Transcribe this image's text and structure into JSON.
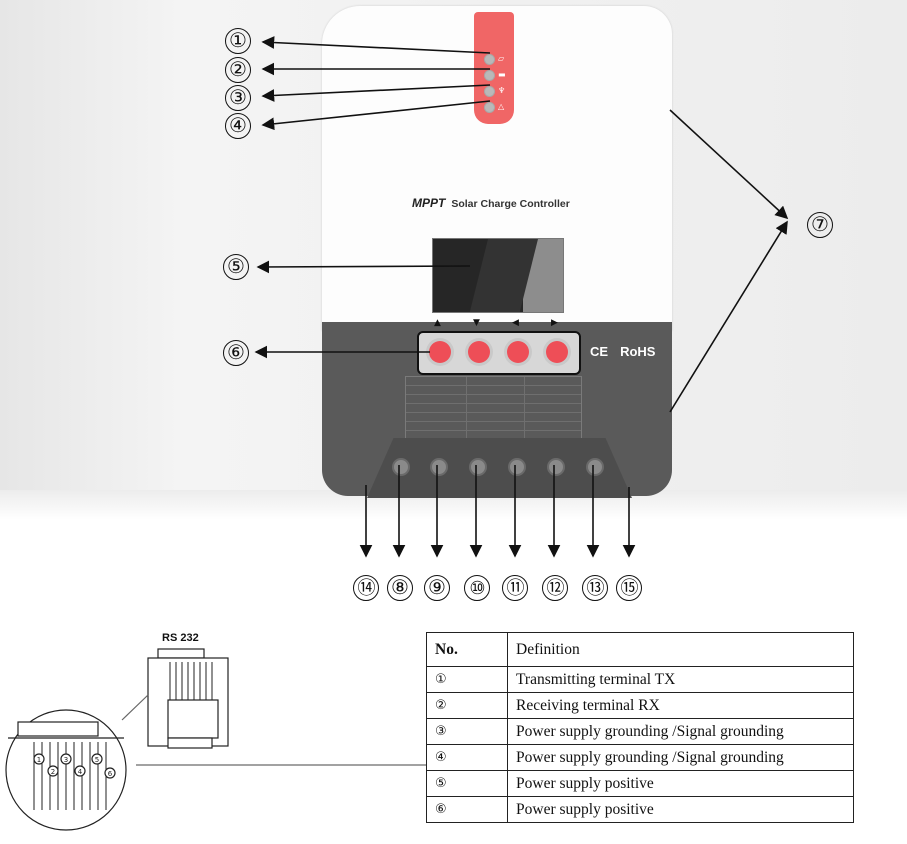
{
  "device": {
    "brand_prefix": "MPPT",
    "brand_title": "Solar Charge Controller",
    "certifications": [
      "CE",
      "RoHS"
    ],
    "led_indicators": [
      {
        "id": 1,
        "icon": "solar-panel-icon",
        "glyph": "▱"
      },
      {
        "id": 2,
        "icon": "battery-icon",
        "glyph": "▬"
      },
      {
        "id": 3,
        "icon": "load-icon",
        "glyph": "♆"
      },
      {
        "id": 4,
        "icon": "warning-icon",
        "glyph": "△"
      }
    ],
    "buttons": [
      {
        "arrow": "▲",
        "icon": "up-arrow-icon"
      },
      {
        "arrow": "▼",
        "icon": "down-arrow-icon"
      },
      {
        "arrow": "◀",
        "icon": "left-arrow-icon"
      },
      {
        "arrow": "▶",
        "icon": "right-arrow-icon"
      }
    ],
    "port_count": 6,
    "accent_color": "#f06666",
    "button_color": "#ee4e57"
  },
  "callouts": {
    "left": [
      "①",
      "②",
      "③",
      "④",
      "⑤",
      "⑥"
    ],
    "right": "⑦",
    "bottom": [
      "⑭",
      "⑧",
      "⑨",
      "⑩",
      "⑪",
      "⑫",
      "⑬",
      "⑮"
    ]
  },
  "connector": {
    "label": "RS 232",
    "pins": [
      "1",
      "2",
      "3",
      "4",
      "5",
      "6"
    ]
  },
  "definition_table": {
    "headers": {
      "no": "No.",
      "definition": "Definition"
    },
    "rows": [
      {
        "no": "①",
        "definition": "Transmitting terminal TX"
      },
      {
        "no": "②",
        "definition": "Receiving terminal RX"
      },
      {
        "no": "③",
        "definition": "Power supply grounding /Signal grounding"
      },
      {
        "no": "④",
        "definition": "Power supply grounding /Signal grounding"
      },
      {
        "no": "⑤",
        "definition": "Power supply positive"
      },
      {
        "no": "⑥",
        "definition": "Power supply positive"
      }
    ]
  }
}
